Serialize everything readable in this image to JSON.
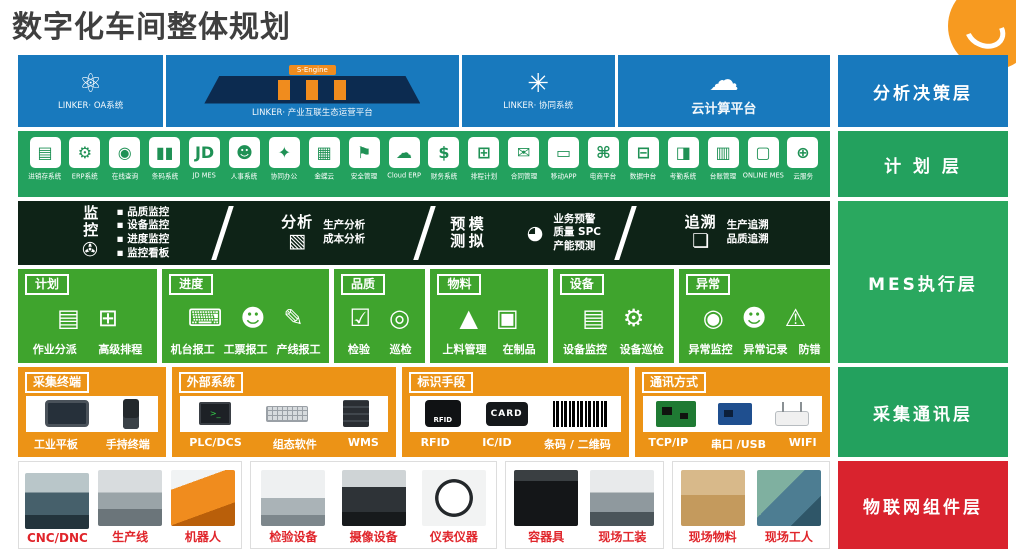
{
  "page": {
    "title": "数字化车间整体规划"
  },
  "right_labels": {
    "decision": "分析决策层",
    "planning": "计  划  层",
    "mes": "MES执行层",
    "collection": "采集通讯层",
    "iot": "物联网组件层"
  },
  "decision_band": {
    "items": [
      {
        "glyph": "⚛",
        "label": "LINKER· OA系统"
      },
      {
        "banner": "S-Engine",
        "label": "LINKER· 产业互联生态运营平台"
      },
      {
        "glyph": "✳",
        "label": "LINKER· 协同系统"
      },
      {
        "glyph": "☁",
        "label": "云计算平台"
      }
    ]
  },
  "planning_band": {
    "apps": [
      {
        "glyph": "▤",
        "label": "进销存系统"
      },
      {
        "glyph": "⚙",
        "label": "ERP系统"
      },
      {
        "glyph": "◉",
        "label": "在线查询"
      },
      {
        "glyph": "▮▮",
        "label": "条码系统"
      },
      {
        "glyph": "JD",
        "label": "JD MES"
      },
      {
        "glyph": "☻",
        "label": "人事系统"
      },
      {
        "glyph": "✦",
        "label": "协同办公"
      },
      {
        "glyph": "▦",
        "label": "金蝶云"
      },
      {
        "glyph": "⚑",
        "label": "安全管理"
      },
      {
        "glyph": "☁",
        "label": "Cloud ERP"
      },
      {
        "glyph": "$",
        "label": "财务系统"
      },
      {
        "glyph": "⊞",
        "label": "排程计划"
      },
      {
        "glyph": "✉",
        "label": "合同管理"
      },
      {
        "glyph": "▭",
        "label": "移动APP"
      },
      {
        "glyph": "⌘",
        "label": "电商平台"
      },
      {
        "glyph": "⊟",
        "label": "数据中台"
      },
      {
        "glyph": "◨",
        "label": "考勤系统"
      },
      {
        "glyph": "▥",
        "label": "台账管理"
      },
      {
        "glyph": "▢",
        "label": "ONLINE MES"
      },
      {
        "glyph": "⊕",
        "label": "云服务"
      }
    ]
  },
  "mes_band": {
    "sections": [
      {
        "head": "监控",
        "glyph": "✇",
        "items": [
          "品质监控",
          "设备监控",
          "进度监控",
          "监控看板"
        ]
      },
      {
        "head": "分析",
        "glyph": "▧",
        "items": [
          "生产分析",
          "成本分析"
        ]
      },
      {
        "head": "预测",
        "head2": "模拟",
        "glyph": "◕",
        "items": [
          "业务预警",
          "质量 SPC",
          "产能预测"
        ]
      },
      {
        "head": "追溯",
        "glyph": "❏",
        "items": [
          "生产追溯",
          "品质追溯"
        ]
      }
    ]
  },
  "mes_modules": {
    "boxes": [
      {
        "tab": "计划",
        "glyphs": [
          "▤",
          "⊞"
        ],
        "captions": [
          "作业分派",
          "高级排程"
        ]
      },
      {
        "tab": "进度",
        "glyphs": [
          "⌨",
          "☻",
          "✎"
        ],
        "captions": [
          "机台报工",
          "工票报工",
          "产线报工"
        ]
      },
      {
        "tab": "品质",
        "glyphs": [
          "☑",
          "◎"
        ],
        "captions": [
          "检验",
          "巡检"
        ]
      },
      {
        "tab": "物料",
        "glyphs": [
          "▲",
          "▣"
        ],
        "captions": [
          "上料管理",
          "在制品"
        ]
      },
      {
        "tab": "设备",
        "glyphs": [
          "▤",
          "⚙"
        ],
        "captions": [
          "设备监控",
          "设备巡检"
        ]
      },
      {
        "tab": "异常",
        "glyphs": [
          "◉",
          "☻",
          "⚠"
        ],
        "captions": [
          "异常监控",
          "异常记录",
          "防错"
        ]
      }
    ]
  },
  "collection_band": {
    "boxes": [
      {
        "tab": "采集终端",
        "captions": [
          "工业平板",
          "手持终端"
        ]
      },
      {
        "tab": "外部系统",
        "monitor_text": ">_",
        "captions": [
          "PLC/DCS",
          "组态软件",
          "WMS"
        ]
      },
      {
        "tab": "标识手段",
        "rfid_text": "RFID",
        "card_text": "CARD",
        "captions": [
          "RFID",
          "IC/ID",
          "条码 / 二维码"
        ]
      },
      {
        "tab": "通讯方式",
        "captions": [
          "TCP/IP",
          "串口 /USB",
          "WIFI"
        ]
      }
    ]
  },
  "iot_band": {
    "groups": [
      {
        "captions": [
          "CNC/DNC",
          "生产线",
          "机器人"
        ]
      },
      {
        "captions": [
          "检验设备",
          "摄像设备",
          "仪表仪器"
        ]
      },
      {
        "captions": [
          "容器具",
          "现场工装"
        ]
      },
      {
        "captions": [
          "现场物料",
          "现场工人"
        ]
      }
    ]
  },
  "colors": {
    "blue": "#1879bd",
    "green": "#23a15e",
    "bright_green": "#3fa42d",
    "dark_green": "#0e2317",
    "orange": "#ec9316",
    "red": "#d9232e",
    "caption_red": "#e0252b",
    "logo_orange": "#f79a20"
  }
}
